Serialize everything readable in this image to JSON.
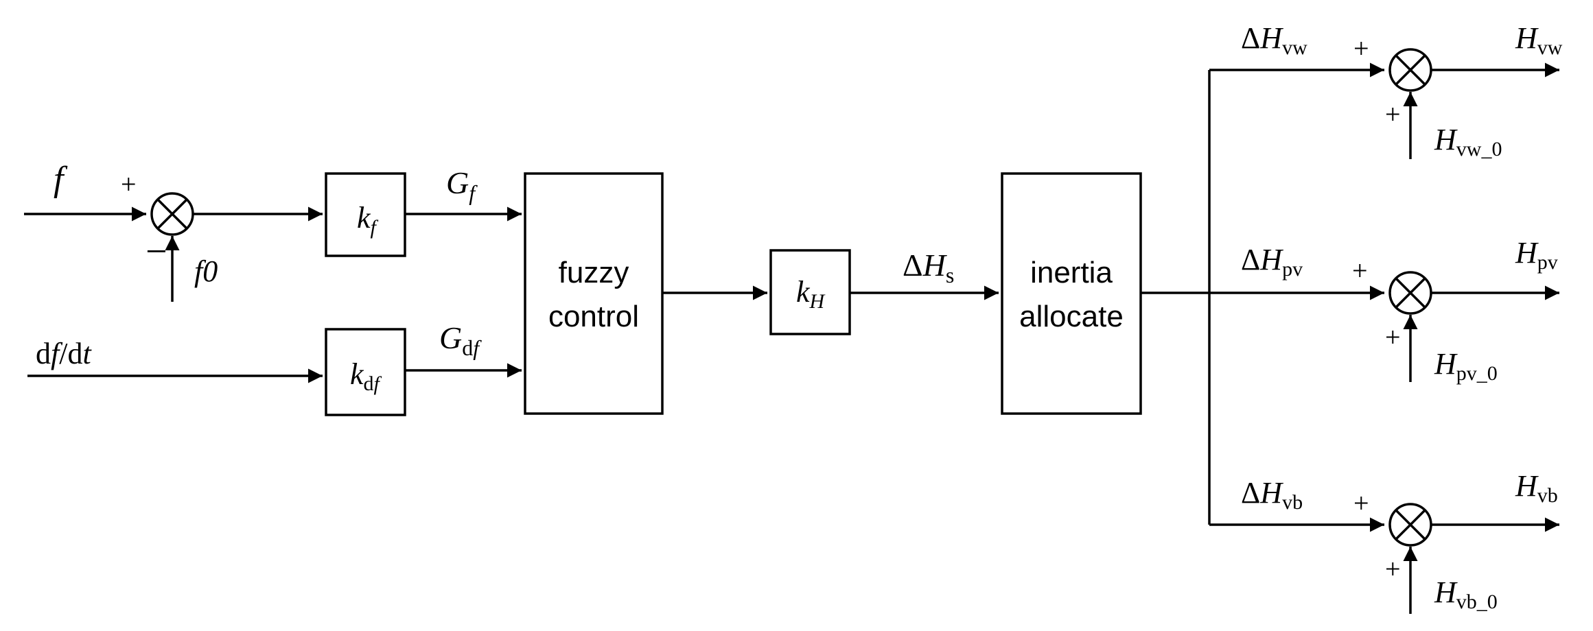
{
  "inputs": {
    "f": "f",
    "f0": "f0",
    "dfdt": {
      "p1": "d",
      "p2": "f",
      "p3": "/d",
      "p4": "t"
    }
  },
  "signs": {
    "plus": "+",
    "minus": "−"
  },
  "blocks": {
    "kf": {
      "main": "k",
      "sub": "f"
    },
    "kdf": {
      "main": "k",
      "sub_d": "d",
      "sub_f": "f"
    },
    "fuzzy": {
      "line1": "fuzzy",
      "line2": "control"
    },
    "kH": {
      "main": "k",
      "sub": "H"
    },
    "inertia": {
      "line1": "inertia",
      "line2": "allocate"
    }
  },
  "signals": {
    "Gf": {
      "main": "G",
      "sub": "f"
    },
    "Gdf": {
      "main": "G",
      "sub_d": "d",
      "sub_f": "f"
    },
    "dHs": {
      "delta": "Δ",
      "main": "H",
      "sub": "s"
    }
  },
  "branches": {
    "vw": {
      "delta": "Δ",
      "main": "H",
      "sub": "vw",
      "init_sub": "vw_0"
    },
    "pv": {
      "delta": "Δ",
      "main": "H",
      "sub": "pv",
      "init_sub": "pv_0"
    },
    "vb": {
      "delta": "Δ",
      "main": "H",
      "sub": "vb",
      "init_sub": "vb_0"
    }
  }
}
